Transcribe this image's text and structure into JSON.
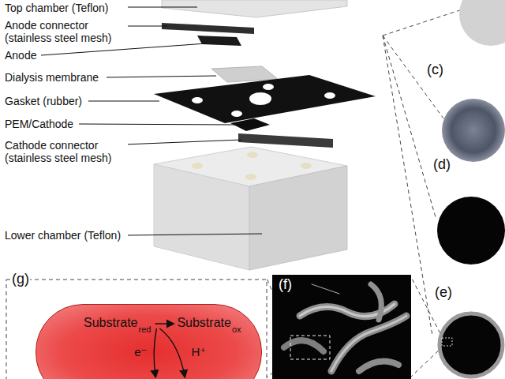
{
  "diagram": {
    "nodes": [
      {
        "text": [
          "Substrate",
          "red",
          "Substrate",
          "ox",
          "e⁻",
          "H⁺"
        ]
      }
    ],
    "labels": [
      "Top chamber (Teflon)",
      "Anode connector (stainless steel mesh)",
      "Anode",
      "Dialysis membrane",
      "Gasket (rubber)",
      "PEM/Cathode",
      "Cathode connector (stainless steel mesh)",
      "Lower chamber (Teflon)",
      "(c)",
      "(d)",
      "(e)",
      "(g)",
      "(f)"
    ]
  }
}
